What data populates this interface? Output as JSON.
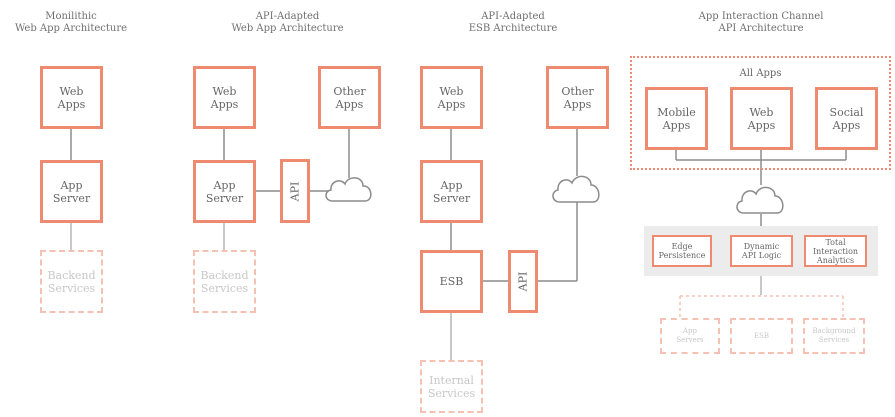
{
  "columns": [
    {
      "title": "Monilithic\nWeb App Architecture"
    },
    {
      "title": "API-Adapted\nWeb App Architecture"
    },
    {
      "title": "API-Adapted\nESB Architecture"
    },
    {
      "title": "App Interaction Channel\nAPI Architecture"
    }
  ],
  "col1": {
    "web_apps": "Web\nApps",
    "app_server": "App\nServer",
    "backend": "Backend\nServices"
  },
  "col2": {
    "web_apps": "Web\nApps",
    "other_apps": "Other\nApps",
    "app_server": "App\nServer",
    "api": "API",
    "backend": "Backend\nServices"
  },
  "col3": {
    "web_apps": "Web\nApps",
    "other_apps": "Other\nApps",
    "app_server": "App\nServer",
    "esb": "ESB",
    "api": "API",
    "internal": "Internal\nServices"
  },
  "col4": {
    "all_apps": "All Apps",
    "mobile": "Mobile\nApps",
    "web": "Web\nApps",
    "social": "Social\nApps",
    "edge": "Edge\nPersistence",
    "dynamic": "Dynamic\nAPI Logic",
    "analytics": "Total\nInteraction\nAnalytics",
    "app_servers": "App\nServers",
    "esb": "ESB",
    "background": "Background\nServices"
  },
  "colors": {
    "accent": "#ee8a6f",
    "accent_light": "#f5c1b2",
    "line": "#8c8c8c",
    "text": "#666666"
  }
}
